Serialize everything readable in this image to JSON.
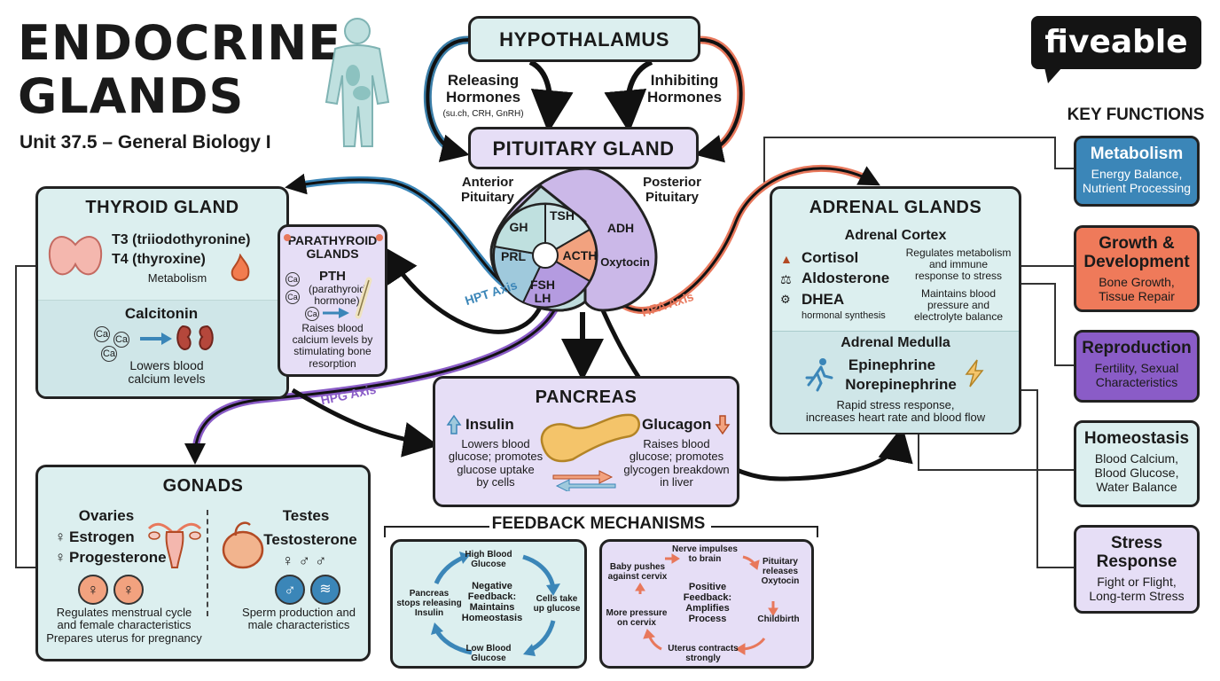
{
  "header": {
    "title_line1": "ENDOCRINE",
    "title_line2": "GLANDS",
    "subtitle": "Unit 37.5 – General Biology I"
  },
  "brand": {
    "logo_text": "fiveable"
  },
  "hypothalamus": {
    "label": "HYPOTHALAMUS",
    "releasing": "Releasing\nHormones",
    "releasing_examples": "(su.ch, CRH, GnRH)",
    "inhibiting": "Inhibiting\nHormones"
  },
  "pituitary": {
    "label": "PITUITARY GLAND",
    "anterior": "Anterior\nPituitary",
    "posterior": "Posterior\nPituitary",
    "segments": [
      "GH",
      "TSH",
      "PRL",
      "ACTH",
      "FSH\nLH",
      "ADH",
      "Oxytocin"
    ]
  },
  "axes": {
    "hpt": "HPT Axis",
    "hpa": "HPA Axis",
    "hpg": "HPG Axis"
  },
  "thyroid": {
    "label": "THYROID GLAND",
    "t3": "T3 (triiodothyronine)",
    "t4": "T4 (thyroxine)",
    "t_effect": "Metabolism",
    "calcitonin": "Calcitonin",
    "calcitonin_effect": "Lowers blood\ncalcium levels",
    "ca": "Ca"
  },
  "parathyroid": {
    "label": "PARATHYROID\nGLANDS",
    "pth": "PTH",
    "pth_full": "(parathyroid\nhormone)",
    "effect": "Raises blood\ncalcium levels by\nstimulating bone\nresorption",
    "ca": "Ca"
  },
  "pancreas": {
    "label": "PANCREAS",
    "insulin": "Insulin",
    "insulin_effect": "Lowers blood\nglucose; promotes\nglucose uptake\nby cells",
    "glucagon": "Glucagon",
    "glucagon_effect": "Raises blood\nglucose; promotes\nglycogen breakdown\nin liver"
  },
  "adrenal": {
    "label": "ADRENAL GLANDS",
    "cortex": "Adrenal Cortex",
    "cortisol": "Cortisol",
    "aldosterone": "Aldosterone",
    "dhea": "DHEA",
    "dhea_effect": "hormonal synthesis",
    "cortisol_effect": "Regulates metabolism\nand immune\nresponse to stress",
    "aldo_effect": "Maintains blood\npressure and\nelectrolyte balance",
    "medulla": "Adrenal Medulla",
    "epi": "Epinephrine",
    "norepi": "Norepinephrine",
    "medulla_effect": "Rapid stress response,\nincreases heart rate and blood flow"
  },
  "gonads": {
    "label": "GONADS",
    "ovaries": "Ovaries",
    "estrogen": "Estrogen",
    "progesterone": "Progesterone",
    "ovaries_effect": "Regulates menstrual cycle\nand female characteristics\nPrepares uterus for pregnancy",
    "testes": "Testes",
    "testosterone": "Testosterone",
    "testes_effect": "Sperm production and\nmale characteristics",
    "female_symbol": "♀",
    "male_symbol": "♂"
  },
  "feedback": {
    "title": "FEEDBACK MECHANISMS",
    "negative": {
      "center": "Negative\nFeedback:\nMaintains\nHomeostasis",
      "steps": [
        "High Blood\nGlucose",
        "Cells take\nup glucose",
        "Low Blood\nGlucose",
        "Pancreas\nstops releasing\nInsulin"
      ]
    },
    "positive": {
      "center": "Positive\nFeedback:\nAmplifies\nProcess",
      "steps": [
        "Nerve impulses\nto brain",
        "Pituitary\nreleases\nOxytocin",
        "Childbirth",
        "Uterus contracts\nstrongly",
        "More pressure\non cervix",
        "Baby pushes\nagainst cervix"
      ]
    }
  },
  "key_functions": {
    "title": "KEY FUNCTIONS",
    "items": [
      {
        "title": "Metabolism",
        "desc": "Energy Balance,\nNutrient Processing",
        "color": "#3b86b8"
      },
      {
        "title": "Growth &\nDevelopment",
        "desc": "Bone Growth,\nTissue Repair",
        "color": "#ef7a5a"
      },
      {
        "title": "Reproduction",
        "desc": "Fertility, Sexual\nCharacteristics",
        "color": "#8a5cc7"
      },
      {
        "title": "Homeostasis",
        "desc": "Blood Calcium,\nBlood Glucose,\nWater Balance",
        "color": "#dcefef"
      },
      {
        "title": "Stress\nResponse",
        "desc": "Fight or Flight,\nLong-term Stress",
        "color": "#e6def6"
      }
    ]
  }
}
